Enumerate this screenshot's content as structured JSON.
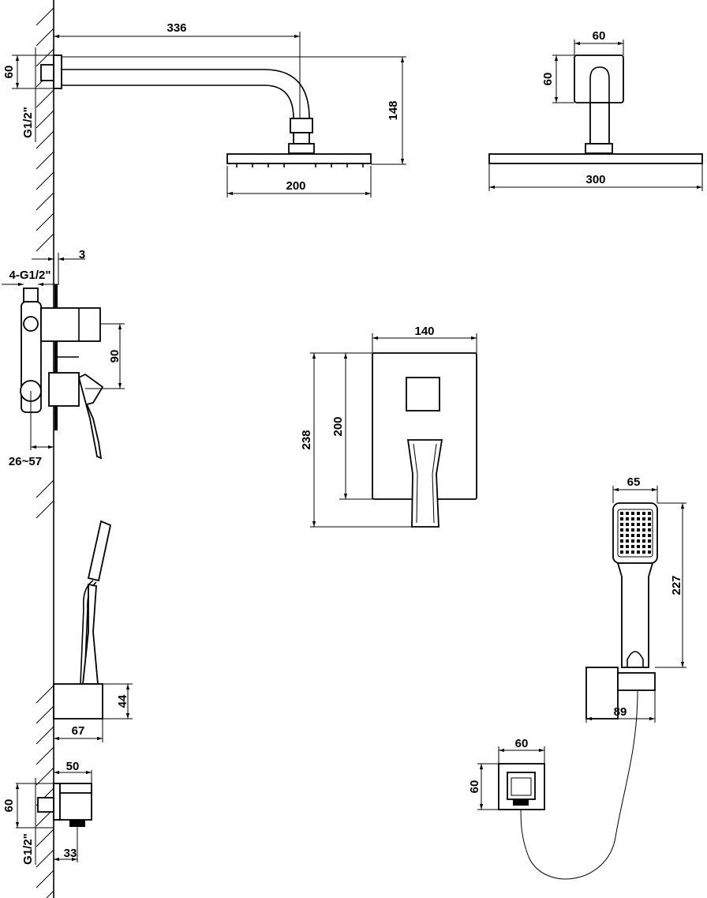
{
  "shower_arm": {
    "length": "336",
    "flange_height": "60",
    "thread": "G1/2\"",
    "drop": "148",
    "head_width": "200"
  },
  "shower_head_front": {
    "flange_width": "60",
    "flange_height": "60",
    "head_width": "300"
  },
  "valve_side": {
    "plate_thickness": "3",
    "inlets": "4-G1/2\"",
    "outlet_spacing": "90",
    "depth_range": "26~57"
  },
  "valve_front": {
    "plate_width": "140",
    "plate_height": "200",
    "total_height": "238"
  },
  "hand_shower_side": {
    "bracket_height": "44",
    "bracket_depth": "67"
  },
  "hand_shower_front": {
    "head_width": "65",
    "length": "227",
    "bracket_width": "89"
  },
  "outlet_front": {
    "width": "60",
    "height": "60"
  },
  "outlet_side": {
    "depth": "50",
    "height": "60",
    "thread": "G1/2\"",
    "nipple_offset": "33"
  }
}
